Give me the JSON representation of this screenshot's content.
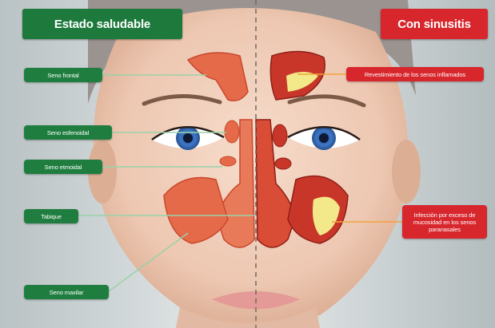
{
  "headers": {
    "left": "Estado saludable",
    "right": "Con sinusitis"
  },
  "labels_left": {
    "frontal": "Seno frontal",
    "esfenoidal": "Seno esfenoidal",
    "etmoidal": "Seno etmoidal",
    "tabique": "Tabique",
    "maxilar": "Seno maxilar"
  },
  "labels_right": {
    "revestimiento": "Revestimiento de los senos inflamados",
    "infeccion_line1": "Infección por exceso de",
    "infeccion_line2": "mucosidad en los senos",
    "infeccion_line3": "paranasales"
  },
  "colors": {
    "healthy_green": "#1f7e3f",
    "sinusitis_red": "#d7262c",
    "sinus_fill": "#e56a4a",
    "mucus_yellow": "#f3e98a"
  }
}
